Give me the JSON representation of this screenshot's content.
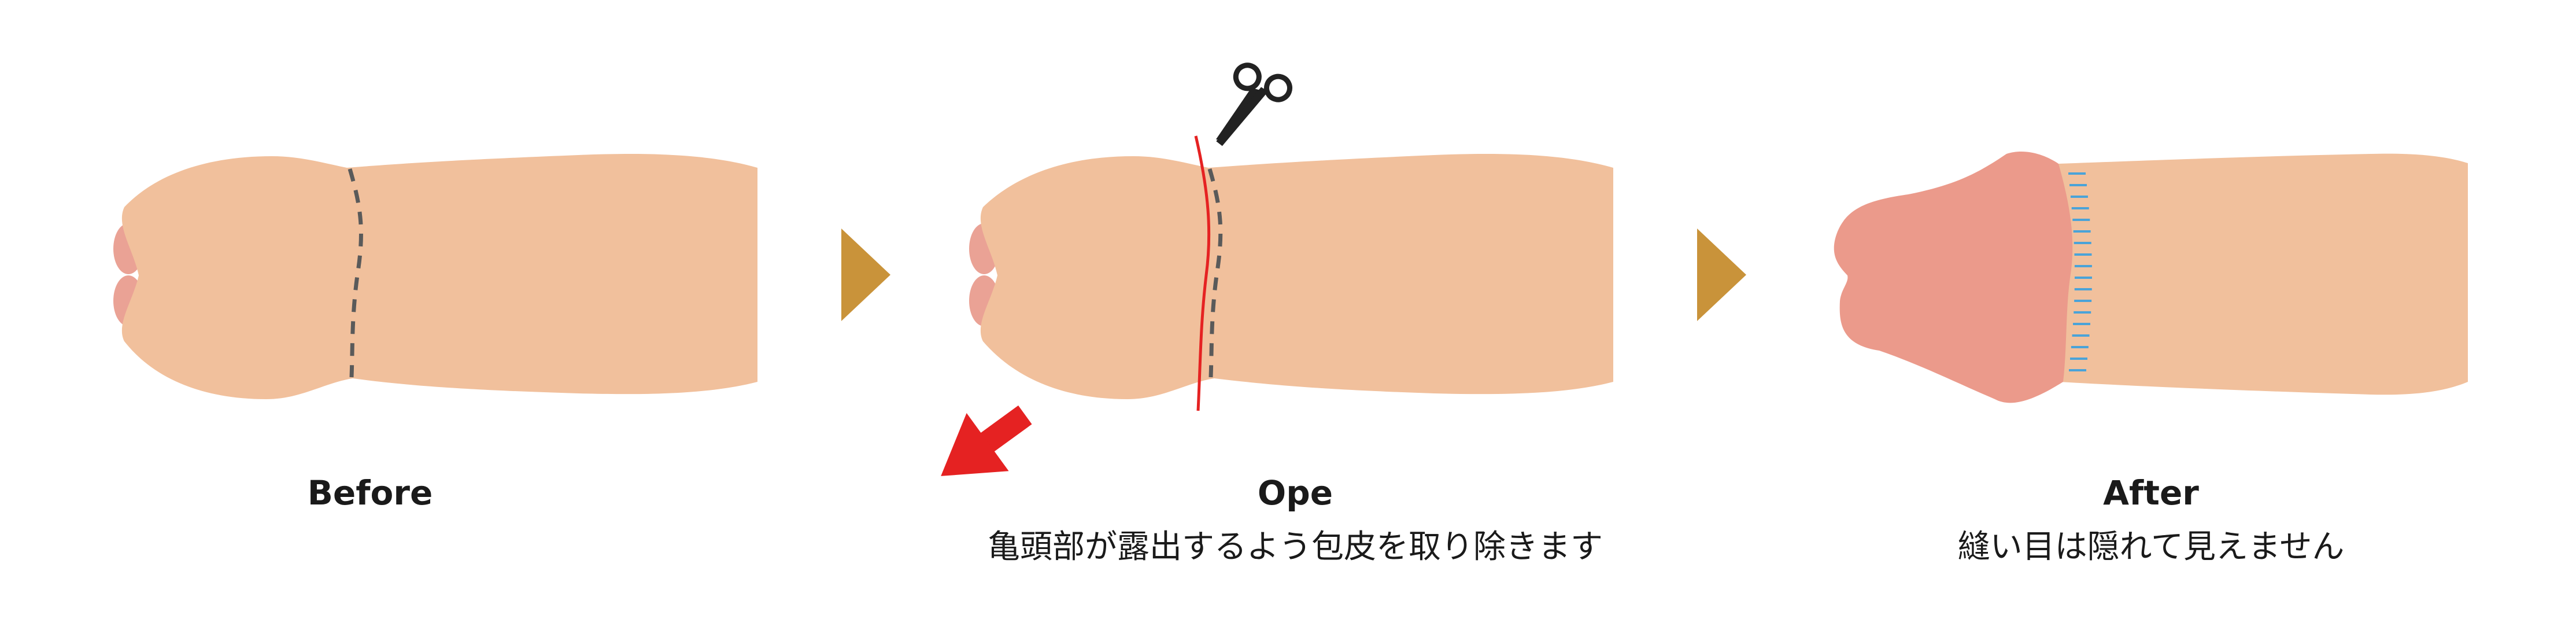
{
  "steps": [
    {
      "title": "Before",
      "caption": ""
    },
    {
      "title": "Ope",
      "caption": "亀頭部が露出するよう包皮を取り除きます"
    },
    {
      "title": "After",
      "caption": "縫い目は隠れて見えません"
    }
  ],
  "colors": {
    "skin": "#f1c09c",
    "glans": "#eb9a8b",
    "glans_tip": "#eaa295",
    "dashed_line": "#5a5a5a",
    "cut_line": "#e52222",
    "arrow_red": "#e52222",
    "step_arrow": "#c9933a",
    "stitch": "#4aa3d8",
    "scissors": "#222222"
  },
  "icons": [
    "scissors-icon",
    "step-arrow-icon",
    "pull-arrow-icon"
  ]
}
